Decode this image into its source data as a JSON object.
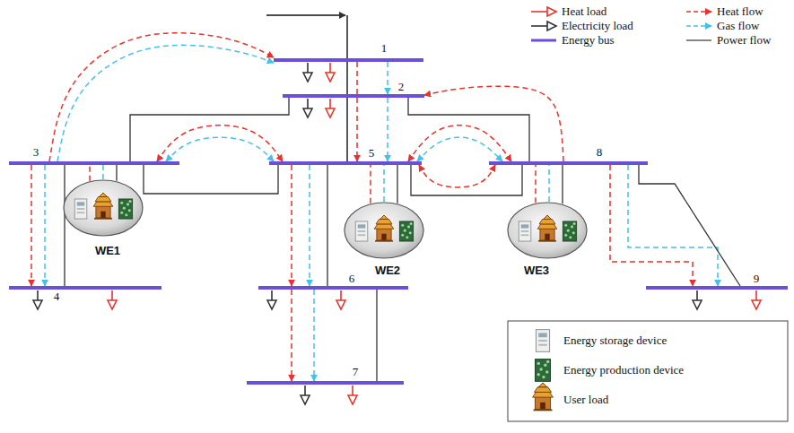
{
  "diagram": {
    "nodes": [
      {
        "text": [
          "1"
        ]
      },
      {
        "text": [
          "2"
        ]
      },
      {
        "text": [
          "3"
        ]
      },
      {
        "text": [
          "4"
        ]
      },
      {
        "text": [
          "5"
        ]
      },
      {
        "text": [
          "6"
        ]
      },
      {
        "text": [
          "7"
        ]
      },
      {
        "text": [
          "8"
        ]
      },
      {
        "text": [
          "9"
        ]
      },
      {
        "text": [
          "WE1"
        ]
      },
      {
        "text": [
          "WE2"
        ]
      },
      {
        "text": [
          "WE3"
        ]
      }
    ],
    "edges": [
      {
        "from": 2,
        "to": 0,
        "arrow": "to"
      },
      {
        "from": 2,
        "to": 0,
        "arrow": "to"
      },
      {
        "from": 0,
        "to": 4,
        "arrow": "to"
      },
      {
        "from": 0,
        "to": 1,
        "arrow": "to"
      },
      {
        "from": 1,
        "to": 4,
        "arrow": "to"
      },
      {
        "from": 7,
        "to": 1,
        "arrow": "to"
      },
      {
        "from": 2,
        "to": 4,
        "arrow": "both"
      },
      {
        "from": 2,
        "to": 4,
        "arrow": "both"
      },
      {
        "from": 4,
        "to": 7,
        "arrow": "both"
      },
      {
        "from": 4,
        "to": 7,
        "arrow": "both"
      },
      {
        "from": 4,
        "to": 7,
        "arrow": "both"
      },
      {
        "from": 2,
        "to": 3,
        "arrow": "to"
      },
      {
        "from": 2,
        "to": 3,
        "arrow": "to"
      },
      {
        "from": 4,
        "to": 5,
        "arrow": "to"
      },
      {
        "from": 4,
        "to": 5,
        "arrow": "to"
      },
      {
        "from": 5,
        "to": 6,
        "arrow": "to"
      },
      {
        "from": 5,
        "to": 6,
        "arrow": "to"
      },
      {
        "from": 7,
        "to": 8,
        "arrow": "to"
      },
      {
        "from": 7,
        "to": 8,
        "arrow": "to"
      },
      {
        "from": 1,
        "to": 2,
        "arrow": "none"
      },
      {
        "from": 1,
        "to": 7,
        "arrow": "none"
      },
      {
        "from": 2,
        "to": 3,
        "arrow": "none"
      },
      {
        "from": 2,
        "to": 4,
        "arrow": "none"
      },
      {
        "from": 4,
        "to": 5,
        "arrow": "none"
      },
      {
        "from": 5,
        "to": 6,
        "arrow": "none"
      },
      {
        "from": 4,
        "to": 7,
        "arrow": "none"
      },
      {
        "from": 7,
        "to": 8,
        "arrow": "none"
      },
      {
        "from": 9,
        "to": 2,
        "arrow": "none"
      },
      {
        "from": 9,
        "to": 2,
        "arrow": "none"
      },
      {
        "from": 9,
        "to": 2,
        "arrow": "none"
      },
      {
        "from": 10,
        "to": 4,
        "arrow": "none"
      },
      {
        "from": 10,
        "to": 4,
        "arrow": "none"
      },
      {
        "from": 10,
        "to": 4,
        "arrow": "none"
      },
      {
        "from": 11,
        "to": 7,
        "arrow": "none"
      },
      {
        "from": 11,
        "to": 7,
        "arrow": "none"
      },
      {
        "from": 11,
        "to": 7,
        "arrow": "none"
      }
    ],
    "legend": [
      {
        "text": "Heat load"
      },
      {
        "text": "Heat flow"
      },
      {
        "text": "Electricity load"
      },
      {
        "text": "Gas flow"
      },
      {
        "text": "Energy bus"
      },
      {
        "text": "Power flow"
      },
      {
        "text": "Energy storage device"
      },
      {
        "text": "Energy production device"
      },
      {
        "text": "User load"
      }
    ]
  }
}
